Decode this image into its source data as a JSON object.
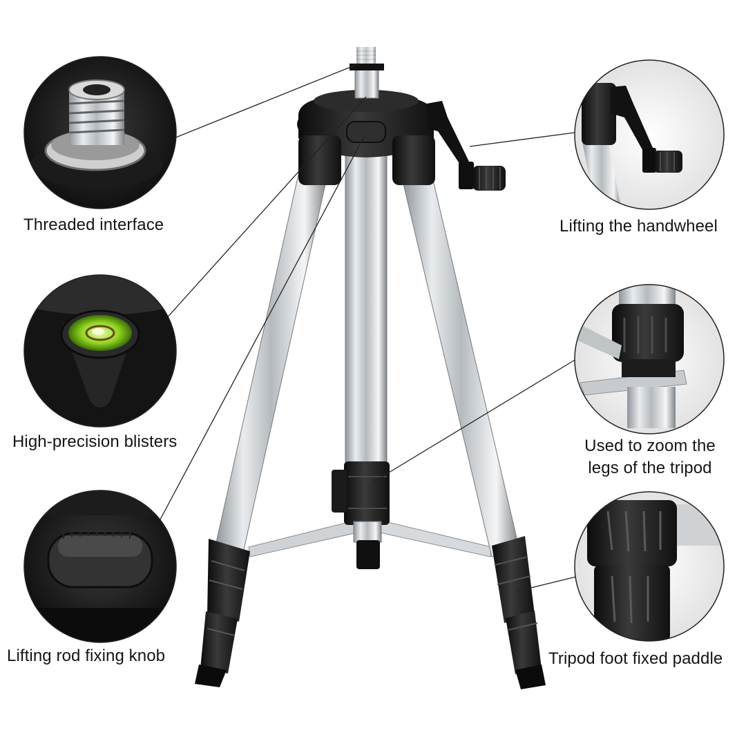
{
  "callouts": {
    "threaded_interface": "Threaded interface",
    "high_precision_blisters": "High-precision blisters",
    "lifting_rod_fixing_knob": "Lifting rod fixing knob",
    "lifting_handwheel": "Lifting the handwheel",
    "zoom_legs_line1": "Used to zoom the",
    "zoom_legs_line2": "legs of the tripod",
    "foot_paddle": "Tripod foot fixed paddle"
  }
}
